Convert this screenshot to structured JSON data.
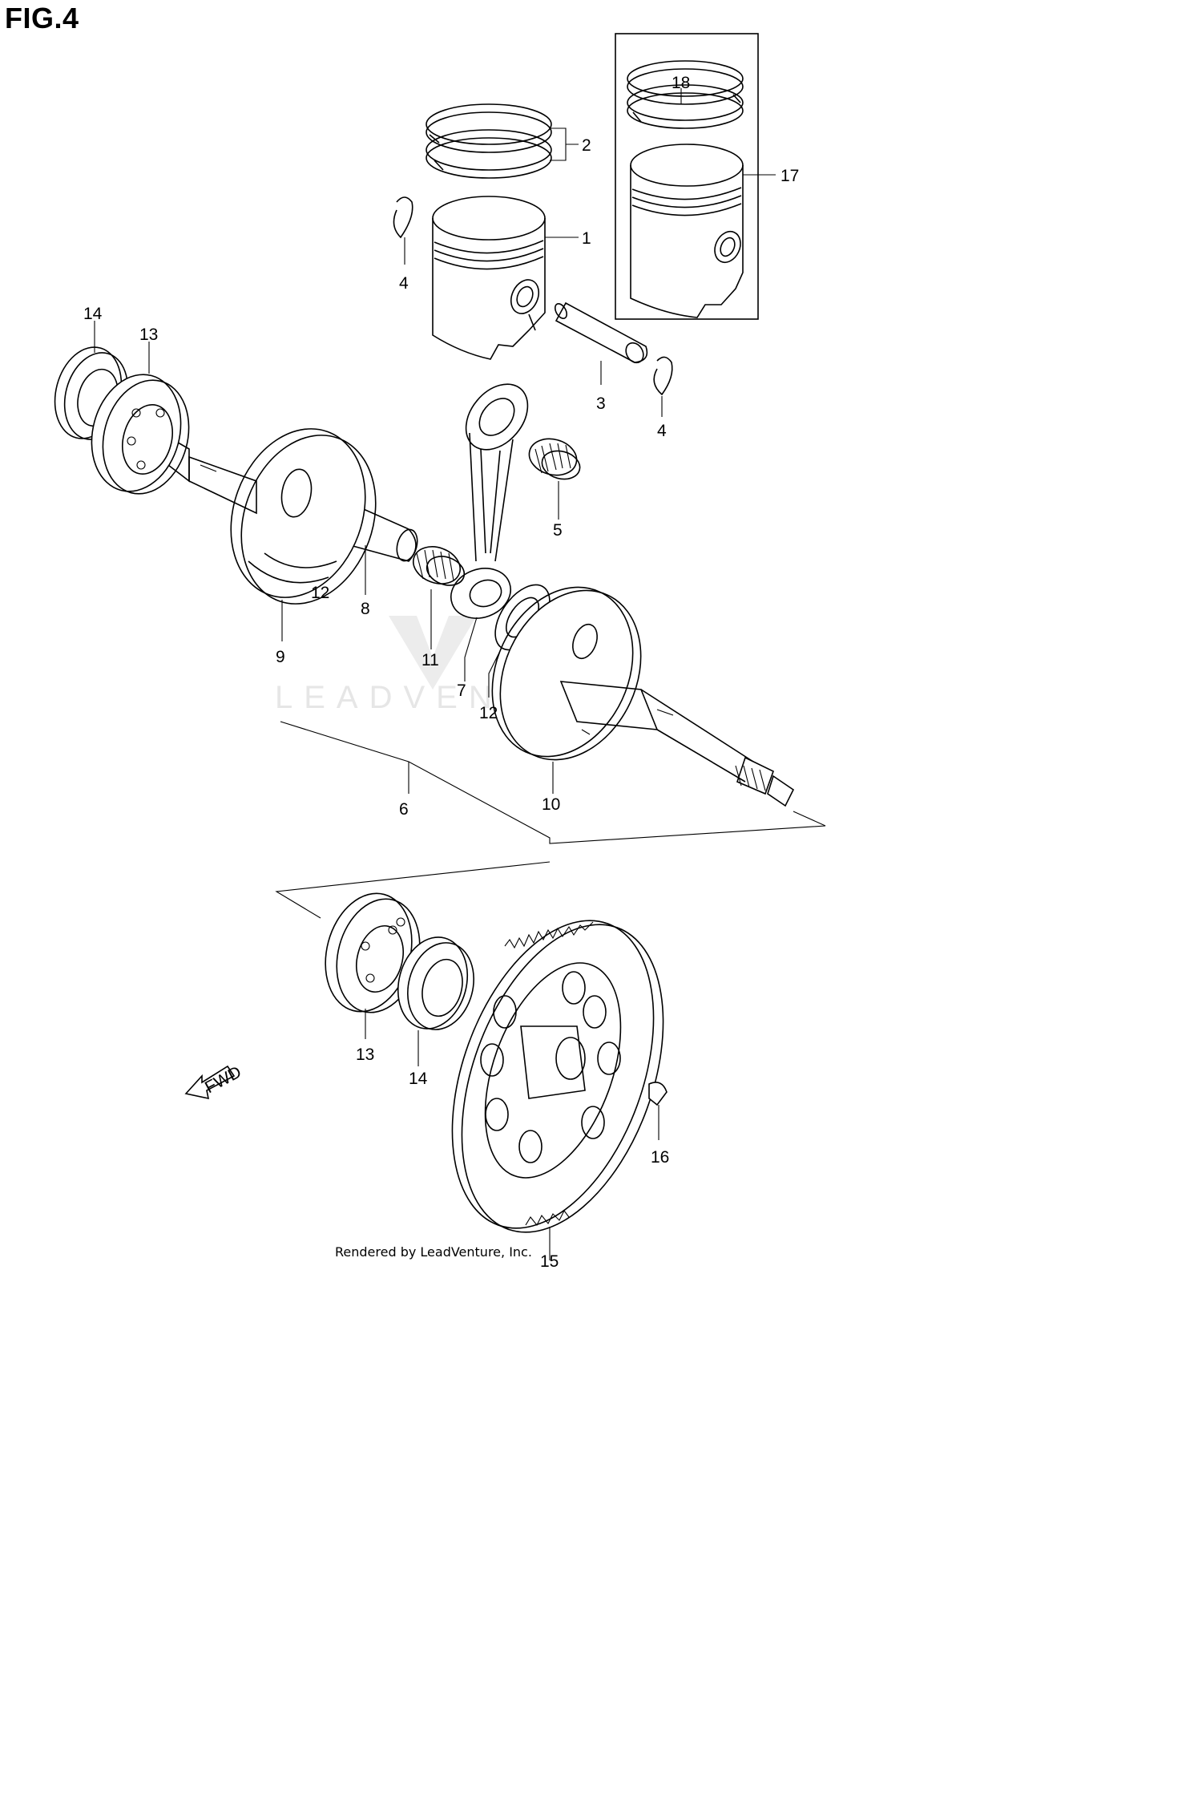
{
  "figure": {
    "title": "FIG.4"
  },
  "footer": {
    "text": "Rendered by LeadVenture, Inc."
  },
  "watermark": {
    "text": "LEADVENTURE"
  },
  "fwd_label": "FWD",
  "callouts": {
    "c1": "1",
    "c2": "2",
    "c3": "3",
    "c4a": "4",
    "c4b": "4",
    "c5": "5",
    "c6": "6",
    "c7": "7",
    "c8": "8",
    "c9": "9",
    "c10": "10",
    "c11": "11",
    "c12a": "12",
    "c12b": "12",
    "c13a": "13",
    "c13b": "13",
    "c14a": "14",
    "c14b": "14",
    "c15": "15",
    "c16": "16",
    "c17": "17",
    "c18": "18"
  },
  "colors": {
    "line": "#000000",
    "watermark": "#e6e6e6",
    "background": "#ffffff"
  }
}
